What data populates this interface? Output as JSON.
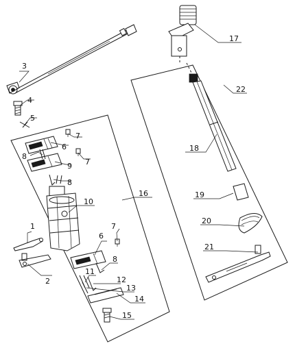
{
  "callouts": [
    "1",
    "2",
    "3",
    "4",
    "5",
    "6",
    "7",
    "8",
    "9",
    "10",
    "11",
    "12",
    "13",
    "14",
    "15",
    "16",
    "17",
    "18",
    "19",
    "20",
    "21",
    "22"
  ],
  "callouts_repeated": {
    "6b": "6",
    "7b": "7",
    "7c": "7",
    "8b": "8",
    "8c": "8"
  },
  "colors": {
    "line": "#1a1a1a",
    "background": "#ffffff"
  }
}
